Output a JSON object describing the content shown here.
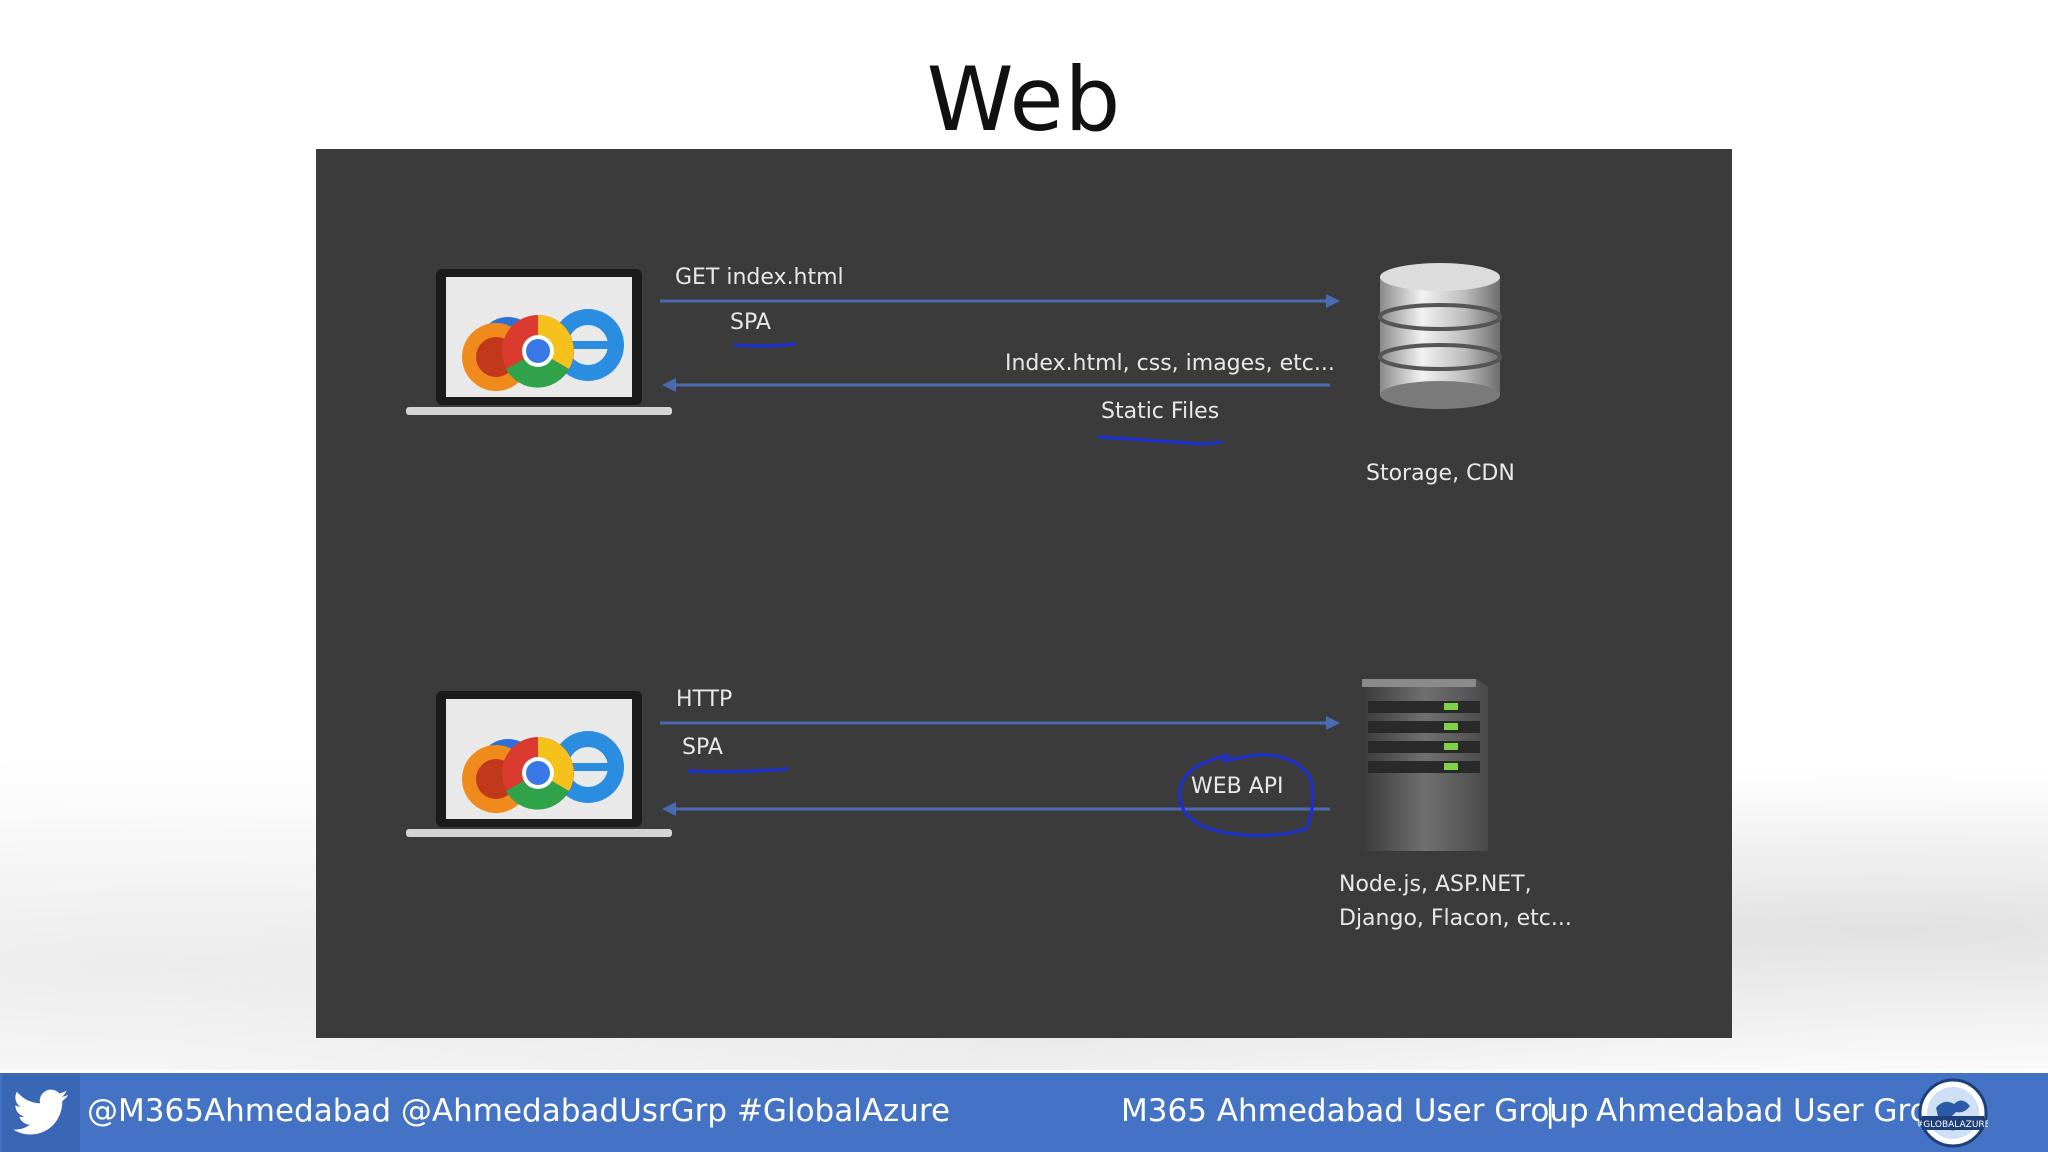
{
  "slide": {
    "title": "Web"
  },
  "diagram": {
    "top": {
      "request_label": "GET index.html",
      "request_annotation": "SPA",
      "response_label": "Index.html, css, images, etc...",
      "response_annotation": "Static Files",
      "server_label": "Storage, CDN"
    },
    "bottom": {
      "request_label": "HTTP",
      "request_annotation": "SPA",
      "response_annotation": "WEB API",
      "server_label_line1": "Node.js, ASP.NET,",
      "server_label_line2": "Django, Flacon, etc..."
    },
    "colors": {
      "background": "#3b3b3c",
      "arrow": "#4a6bb0",
      "ink": "#1a2fd6"
    },
    "icons": [
      "browser-laptop-icon",
      "database-icon",
      "server-icon"
    ]
  },
  "footer": {
    "handles": "@M365Ahmedabad @AhmedabadUsrGrp #GlobalAzure",
    "group1": "M365 Ahmedabad User Group",
    "separator": "|",
    "group2": "Ahmedabad User Group",
    "badge_text": "#GLOBALAZURE",
    "colors": {
      "bar": "#4472c4"
    }
  }
}
